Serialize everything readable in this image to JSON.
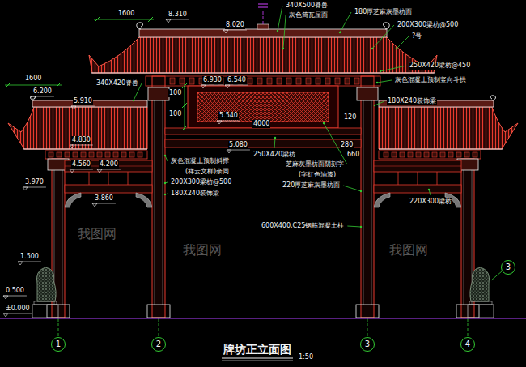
{
  "diagram": {
    "title": "牌坊正立面图",
    "nodes": [
      {
        "text": [
          "3"
        ]
      },
      {
        "text": [
          "1"
        ]
      },
      {
        "text": [
          "2"
        ]
      },
      {
        "text": [
          "3"
        ]
      },
      {
        "text": [
          "4"
        ]
      }
    ],
    "labels": [
      "1600",
      "8.310",
      "8.020",
      "340X500脊兽",
      "灰色筒瓦屋面",
      "180厚芝麻灰墨枋面",
      "200X300梁枋@500",
      "?号",
      "250X420梁枋@450",
      "灰色混凝土预制竖向斗拱",
      "180X240装饰梁",
      "1600",
      "6.200",
      "340X420脊兽",
      "5.910",
      "6.930",
      "6.540",
      "100",
      "100",
      "5.540",
      "4000",
      "120",
      "5.080",
      "280",
      "660",
      "4.830",
      "4.560",
      "4.200",
      "3.970",
      "3.860",
      "灰色混凝土预制斜撑",
      "(祥云文样)余同",
      "200X300梁枋@500",
      "180X240装饰梁",
      "250X420梁枋",
      "芝麻灰墨枋面阴刻字",
      "(字红色油漆)",
      "220厚芝麻灰墨枋面",
      "220X300梁枋",
      "600X400,C25钢筋混凝土柱",
      "1.500",
      "0.500",
      "±0.000",
      "1:50",
      "我图网",
      "我图网",
      "我图网"
    ]
  }
}
